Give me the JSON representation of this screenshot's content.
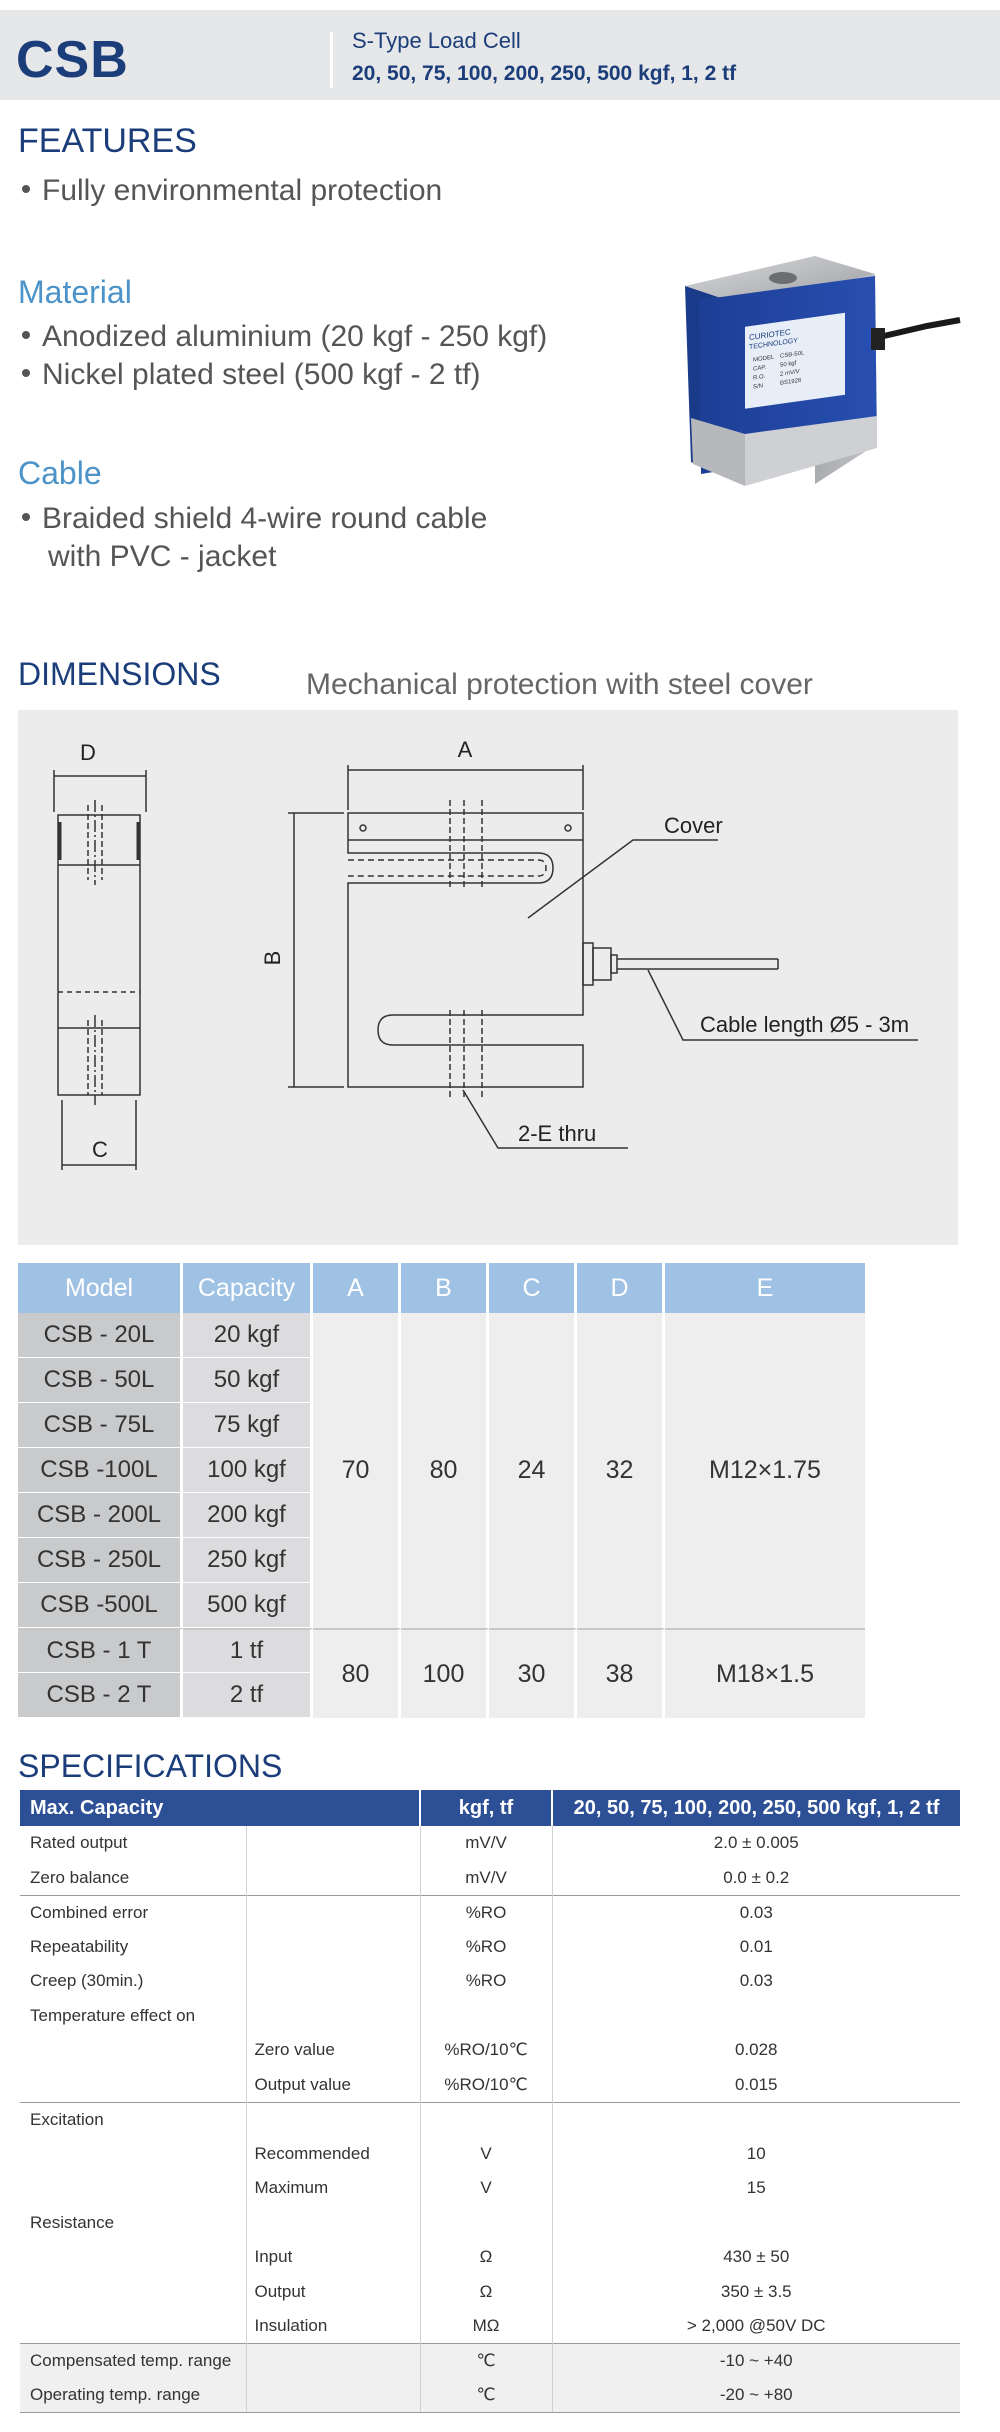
{
  "header": {
    "model": "CSB",
    "subtitle": "S-Type Load Cell",
    "capacities": "20, 50, 75, 100, 200, 250, 500 kgf, 1, 2 tf"
  },
  "features": {
    "title": "FEATURES",
    "items": [
      "Fully environmental protection"
    ]
  },
  "material": {
    "title": "Material",
    "items": [
      "Anodized aluminium (20 kgf - 250 kgf)",
      "Nickel plated steel (500 kgf - 2 tf)"
    ]
  },
  "cable": {
    "title": "Cable",
    "items": [
      "Braided shield 4-wire round cable",
      "with PVC - jacket"
    ]
  },
  "product_label": {
    "brand1": "CURIOTEC",
    "brand2": "TECHNOLOGY",
    "l1": "MODEL",
    "v1": "CSB-50L",
    "l2": "CAP.",
    "v2": "50 kgf",
    "l3": "R.O.",
    "v3": "2 mV/V",
    "l4": "S/N",
    "v4": "BS1926"
  },
  "dimensions": {
    "title": "DIMENSIONS",
    "note": "Mechanical protection with steel cover",
    "labels": {
      "a": "A",
      "b": "B",
      "c": "C",
      "d": "D",
      "cover": "Cover",
      "cable": "Cable length Ø5 - 3m",
      "thru": "2-E thru"
    }
  },
  "dim_table": {
    "headers": [
      "Model",
      "Capacity",
      "A",
      "B",
      "C",
      "D",
      "E"
    ],
    "group1": {
      "rows": [
        [
          "CSB - 20L",
          "20 kgf"
        ],
        [
          "CSB - 50L",
          "50 kgf"
        ],
        [
          "CSB - 75L",
          "75 kgf"
        ],
        [
          "CSB -100L",
          "100 kgf"
        ],
        [
          "CSB - 200L",
          "200 kgf"
        ],
        [
          "CSB - 250L",
          "250 kgf"
        ],
        [
          "CSB -500L",
          "500 kgf"
        ]
      ],
      "values": [
        "70",
        "80",
        "24",
        "32",
        "M12×1.75"
      ]
    },
    "group2": {
      "rows": [
        [
          "CSB - 1 T",
          "1 tf"
        ],
        [
          "CSB - 2 T",
          "2 tf"
        ]
      ],
      "values": [
        "80",
        "100",
        "30",
        "38",
        "M18×1.5"
      ]
    }
  },
  "specifications": {
    "title": "SPECIFICATIONS",
    "header": [
      "Max. Capacity",
      "kgf, tf",
      "20, 50, 75, 100, 200, 250, 500 kgf, 1, 2 tf"
    ],
    "rows": [
      {
        "c1": "Rated output",
        "c2": "",
        "unit": "mV/V",
        "value": "2.0 ± 0.005"
      },
      {
        "c1": "Zero balance",
        "c2": "",
        "unit": "mV/V",
        "value": "0.0 ± 0.2"
      },
      {
        "c1": "Combined error",
        "c2": "",
        "unit": "%RO",
        "value": "0.03"
      },
      {
        "c1": "Repeatability",
        "c2": "",
        "unit": "%RO",
        "value": "0.01"
      },
      {
        "c1": "Creep (30min.)",
        "c2": "",
        "unit": "%RO",
        "value": "0.03"
      },
      {
        "c1": "Temperature effect on",
        "c2": "",
        "unit": "",
        "value": ""
      },
      {
        "c1": "",
        "c2": "Zero value",
        "unit": "%RO/10℃",
        "value": "0.028"
      },
      {
        "c1": "",
        "c2": "Output  value",
        "unit": "%RO/10℃",
        "value": "0.015"
      },
      {
        "c1": "Excitation",
        "c2": "",
        "unit": "",
        "value": ""
      },
      {
        "c1": "",
        "c2": "Recommended",
        "unit": "V",
        "value": "10"
      },
      {
        "c1": "",
        "c2": "Maximum",
        "unit": "V",
        "value": "15"
      },
      {
        "c1": "Resistance",
        "c2": "",
        "unit": "",
        "value": ""
      },
      {
        "c1": "",
        "c2": "Input",
        "unit": "Ω",
        "value": "430 ± 50"
      },
      {
        "c1": "",
        "c2": "Output",
        "unit": "Ω",
        "value": "350 ± 3.5"
      },
      {
        "c1": "",
        "c2": "Insulation",
        "unit": "MΩ",
        "value": "> 2,000 @50V DC"
      },
      {
        "c1": "Compensated temp. range",
        "c2": "",
        "unit": "℃",
        "value": "-10 ~ +40"
      },
      {
        "c1": "Operating temp. range",
        "c2": "",
        "unit": "℃",
        "value": "-20 ~ +80"
      }
    ]
  }
}
